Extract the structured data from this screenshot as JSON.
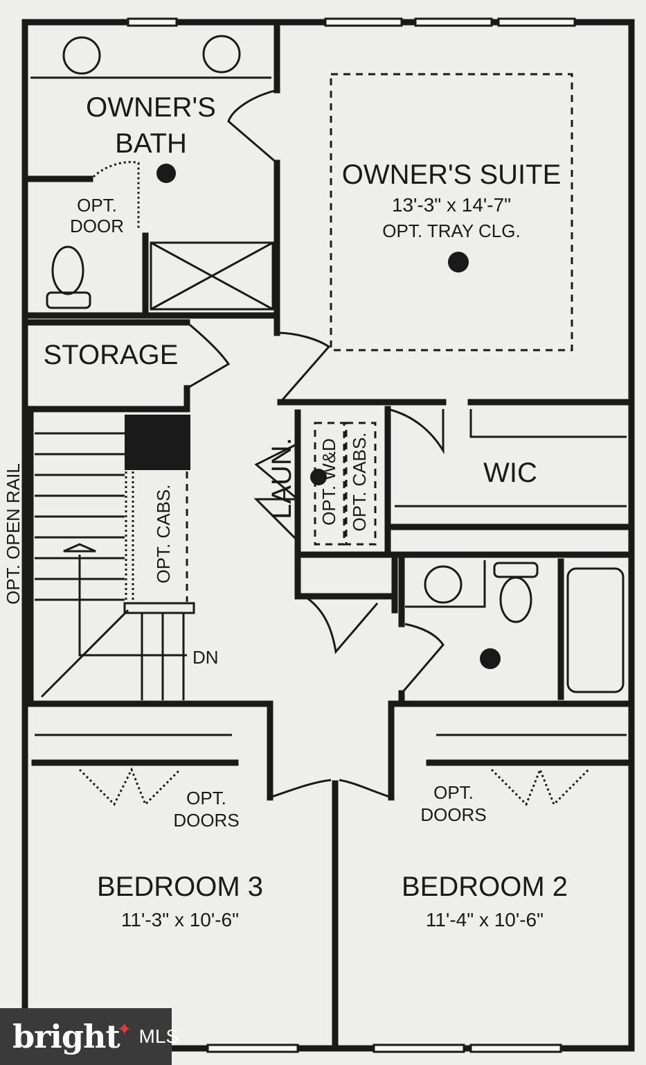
{
  "rooms": {
    "owners_bath": {
      "line1": "OWNER'S",
      "line2": "BATH"
    },
    "owners_suite": {
      "name": "OWNER'S SUITE",
      "size": "13'-3\" x 14'-7\"",
      "note": "OPT. TRAY CLG."
    },
    "storage": {
      "name": "STORAGE"
    },
    "wic": {
      "name": "WIC"
    },
    "laundry": {
      "name": "LAUN.",
      "opt_wd": "OPT. W&D",
      "opt_cabs": "OPT. CABS."
    },
    "bedroom3": {
      "name": "BEDROOM 3",
      "size": "11'-3\" x 10'-6\""
    },
    "bedroom2": {
      "name": "BEDROOM 2",
      "size": "11'-4\" x 10'-6\""
    }
  },
  "labels": {
    "opt_door_1": "OPT.",
    "opt_door_2": "DOOR",
    "opt_cabs": "OPT. CABS.",
    "dn": "DN",
    "opt_open_rail": "OPT. OPEN RAIL",
    "opt_doors_b3_1": "OPT.",
    "opt_doors_b3_2": "DOORS",
    "opt_doors_b2_1": "OPT.",
    "opt_doors_b2_2": "DOORS"
  },
  "watermark": {
    "brand": "bright",
    "suffix": "MLS"
  }
}
